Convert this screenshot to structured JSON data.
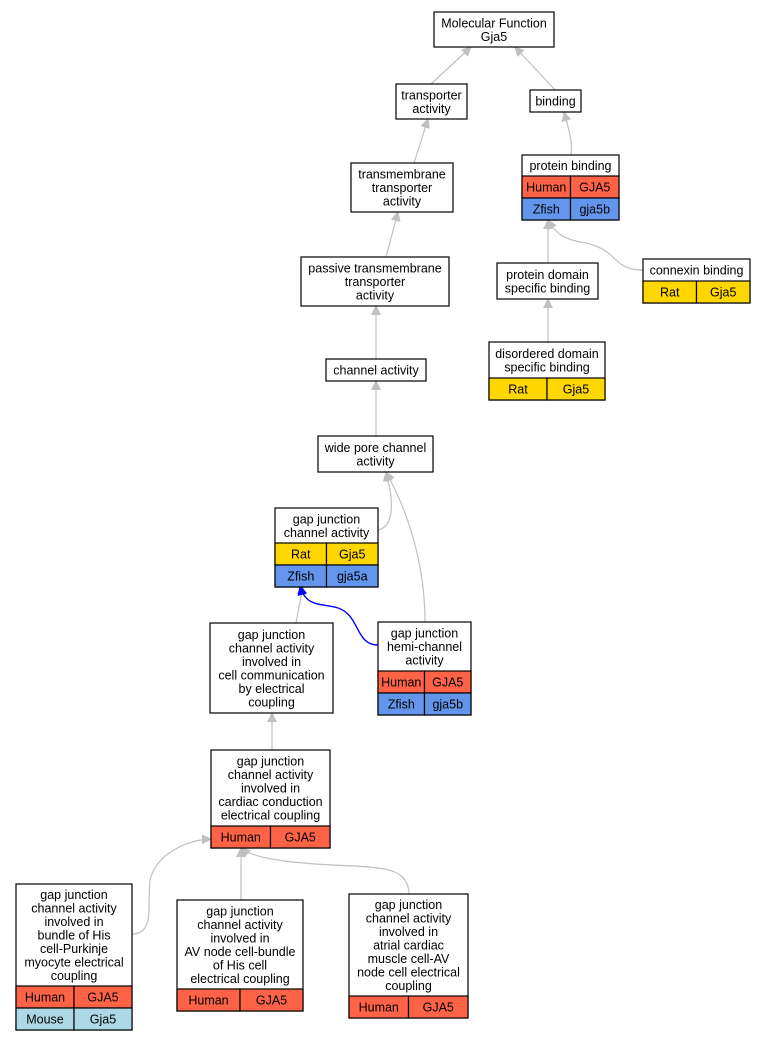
{
  "colors": {
    "edge": "#c0c0c0",
    "highlight_edge": "#0000ff",
    "Human": "#ff6347",
    "Zfish": "#6495ed",
    "Rat": "#ffd700",
    "Mouse": "#add8e6"
  },
  "nodes": [
    {
      "id": "mf",
      "lines": [
        "Molecular Function",
        "Gja5"
      ],
      "rows": []
    },
    {
      "id": "transporter",
      "lines": [
        "transporter",
        "activity"
      ],
      "rows": []
    },
    {
      "id": "binding",
      "lines": [
        "binding"
      ],
      "rows": []
    },
    {
      "id": "transmembrane",
      "lines": [
        "transmembrane",
        "transporter",
        "activity"
      ],
      "rows": []
    },
    {
      "id": "protein_binding",
      "lines": [
        "protein binding"
      ],
      "rows": [
        {
          "species": "Human",
          "gene": "GJA5"
        },
        {
          "species": "Zfish",
          "gene": "gja5b"
        }
      ]
    },
    {
      "id": "passive",
      "lines": [
        "passive transmembrane",
        "transporter",
        "activity"
      ],
      "rows": []
    },
    {
      "id": "protein_domain",
      "lines": [
        "protein domain",
        "specific binding"
      ],
      "rows": []
    },
    {
      "id": "connexin",
      "lines": [
        "connexin binding"
      ],
      "rows": [
        {
          "species": "Rat",
          "gene": "Gja5"
        }
      ]
    },
    {
      "id": "disordered",
      "lines": [
        "disordered domain",
        "specific binding"
      ],
      "rows": [
        {
          "species": "Rat",
          "gene": "Gja5"
        }
      ]
    },
    {
      "id": "channel",
      "lines": [
        "channel activity"
      ],
      "rows": []
    },
    {
      "id": "wide_pore",
      "lines": [
        "wide pore channel",
        "activity"
      ],
      "rows": []
    },
    {
      "id": "gap_junction",
      "lines": [
        "gap junction",
        "channel activity"
      ],
      "rows": [
        {
          "species": "Rat",
          "gene": "Gja5"
        },
        {
          "species": "Zfish",
          "gene": "gja5a"
        }
      ]
    },
    {
      "id": "cell_comm",
      "lines": [
        "gap junction",
        "channel activity",
        "involved in",
        "cell communication",
        "by electrical",
        "coupling"
      ],
      "rows": []
    },
    {
      "id": "hemi",
      "lines": [
        "gap junction",
        "hemi-channel",
        "activity"
      ],
      "rows": [
        {
          "species": "Human",
          "gene": "GJA5"
        },
        {
          "species": "Zfish",
          "gene": "gja5b"
        }
      ]
    },
    {
      "id": "cardiac",
      "lines": [
        "gap junction",
        "channel activity",
        "involved in",
        "cardiac conduction",
        "electrical coupling"
      ],
      "rows": [
        {
          "species": "Human",
          "gene": "GJA5"
        }
      ]
    },
    {
      "id": "his_purkinje",
      "lines": [
        "gap junction",
        "channel activity",
        "involved in",
        "bundle of His",
        "cell-Purkinje",
        "myocyte electrical",
        "coupling"
      ],
      "rows": [
        {
          "species": "Human",
          "gene": "GJA5"
        },
        {
          "species": "Mouse",
          "gene": "Gja5"
        }
      ]
    },
    {
      "id": "av_his",
      "lines": [
        "gap junction",
        "channel activity",
        "involved in",
        "AV node cell-bundle",
        "of His cell",
        "electrical coupling"
      ],
      "rows": [
        {
          "species": "Human",
          "gene": "GJA5"
        }
      ]
    },
    {
      "id": "atrial_av",
      "lines": [
        "gap junction",
        "channel activity",
        "involved in",
        "atrial cardiac",
        "muscle cell-AV",
        "node cell electrical",
        "coupling"
      ],
      "rows": [
        {
          "species": "Human",
          "gene": "GJA5"
        }
      ]
    }
  ],
  "edges": [
    {
      "from": "transporter",
      "to": "mf"
    },
    {
      "from": "binding",
      "to": "mf"
    },
    {
      "from": "transmembrane",
      "to": "transporter"
    },
    {
      "from": "protein_binding",
      "to": "binding"
    },
    {
      "from": "passive",
      "to": "transmembrane"
    },
    {
      "from": "protein_domain",
      "to": "protein_binding"
    },
    {
      "from": "connexin",
      "to": "protein_binding"
    },
    {
      "from": "disordered",
      "to": "protein_domain"
    },
    {
      "from": "channel",
      "to": "passive"
    },
    {
      "from": "wide_pore",
      "to": "channel"
    },
    {
      "from": "gap_junction",
      "to": "wide_pore"
    },
    {
      "from": "hemi",
      "to": "wide_pore"
    },
    {
      "from": "cell_comm",
      "to": "gap_junction"
    },
    {
      "from": "hemi",
      "to": "gap_junction",
      "highlight": true
    },
    {
      "from": "cardiac",
      "to": "cell_comm"
    },
    {
      "from": "his_purkinje",
      "to": "cardiac"
    },
    {
      "from": "av_his",
      "to": "cardiac"
    },
    {
      "from": "atrial_av",
      "to": "cardiac"
    }
  ]
}
